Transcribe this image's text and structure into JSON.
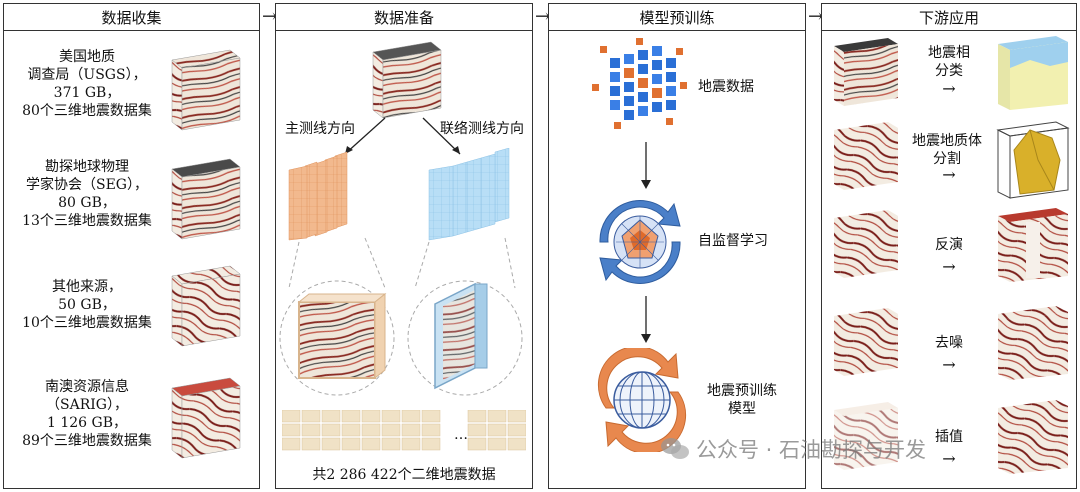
{
  "panels": [
    {
      "title": "数据收集"
    },
    {
      "title": "数据准备"
    },
    {
      "title": "模型预训练"
    },
    {
      "title": "下游应用"
    }
  ],
  "collection": [
    {
      "lines": [
        "美国地质",
        "调查局（USGS），",
        "371 GB，",
        "80个三维地震数据集"
      ]
    },
    {
      "lines": [
        "勘探地球物理",
        "学家协会（SEG），",
        "80 GB，",
        "13个三维地震数据集"
      ]
    },
    {
      "lines": [
        "其他来源，",
        "50 GB，",
        "10个三维地震数据集"
      ]
    },
    {
      "lines": [
        "南澳资源信息",
        "（SARIG），",
        "1 126 GB，",
        "89个三维地震数据集"
      ]
    }
  ],
  "preparation": {
    "inline_label": "主测线方向",
    "crossline_label": "联络测线方向",
    "ellipsis": "…",
    "bottom_caption": "共2 286 422个二维地震数据"
  },
  "pretraining": {
    "step1": "地震数据",
    "step2": "自监督学习",
    "step3_lines": [
      "地震预训练",
      "模型"
    ]
  },
  "downstream": [
    {
      "lines": [
        "地震相",
        "分类"
      ]
    },
    {
      "lines": [
        "地震地质体",
        "分割"
      ]
    },
    {
      "lines": [
        "反演"
      ]
    },
    {
      "lines": [
        "去噪"
      ]
    },
    {
      "lines": [
        "插值"
      ]
    }
  ],
  "watermark": {
    "text": "公众号 · 石油勘探与开发",
    "icon": "wechat-icon"
  },
  "colors": {
    "inline": "#f0a070",
    "crossline": "#9fd0f0",
    "voxel": "#2a6fd6",
    "voxel_accent": "#e07030"
  }
}
